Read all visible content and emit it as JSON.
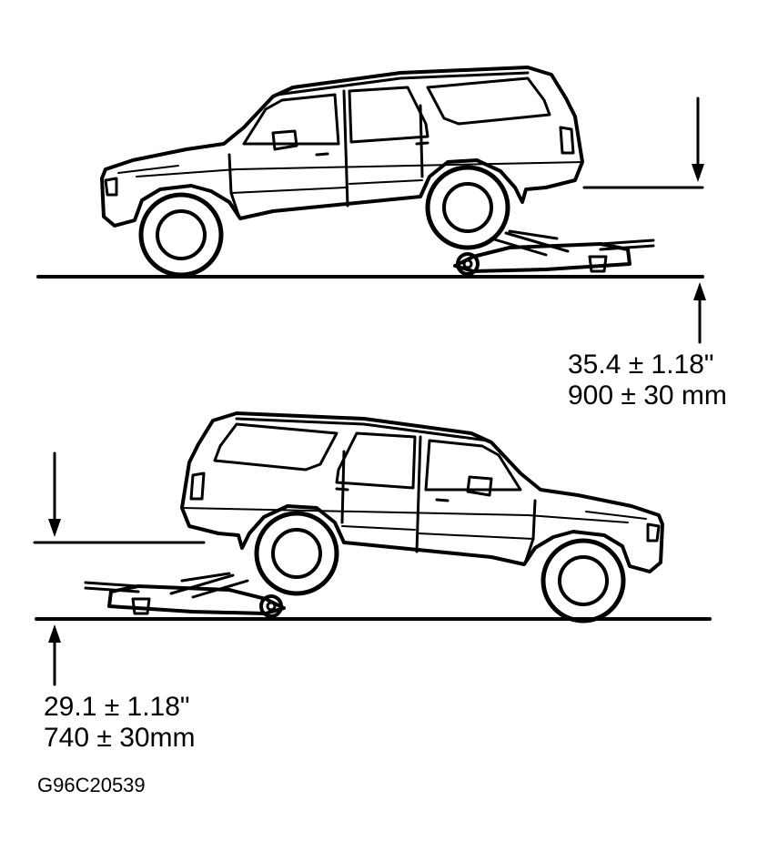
{
  "top_diagram": {
    "measurement_in": "35.4 ± 1.18\"",
    "measurement_mm": "900 ± 30 mm"
  },
  "bottom_diagram": {
    "measurement_in": "29.1 ± 1.18\"",
    "measurement_mm": "740 ± 30mm"
  },
  "figure_id": "G96C20539",
  "colors": {
    "ink": "#000000",
    "paper": "#ffffff"
  }
}
